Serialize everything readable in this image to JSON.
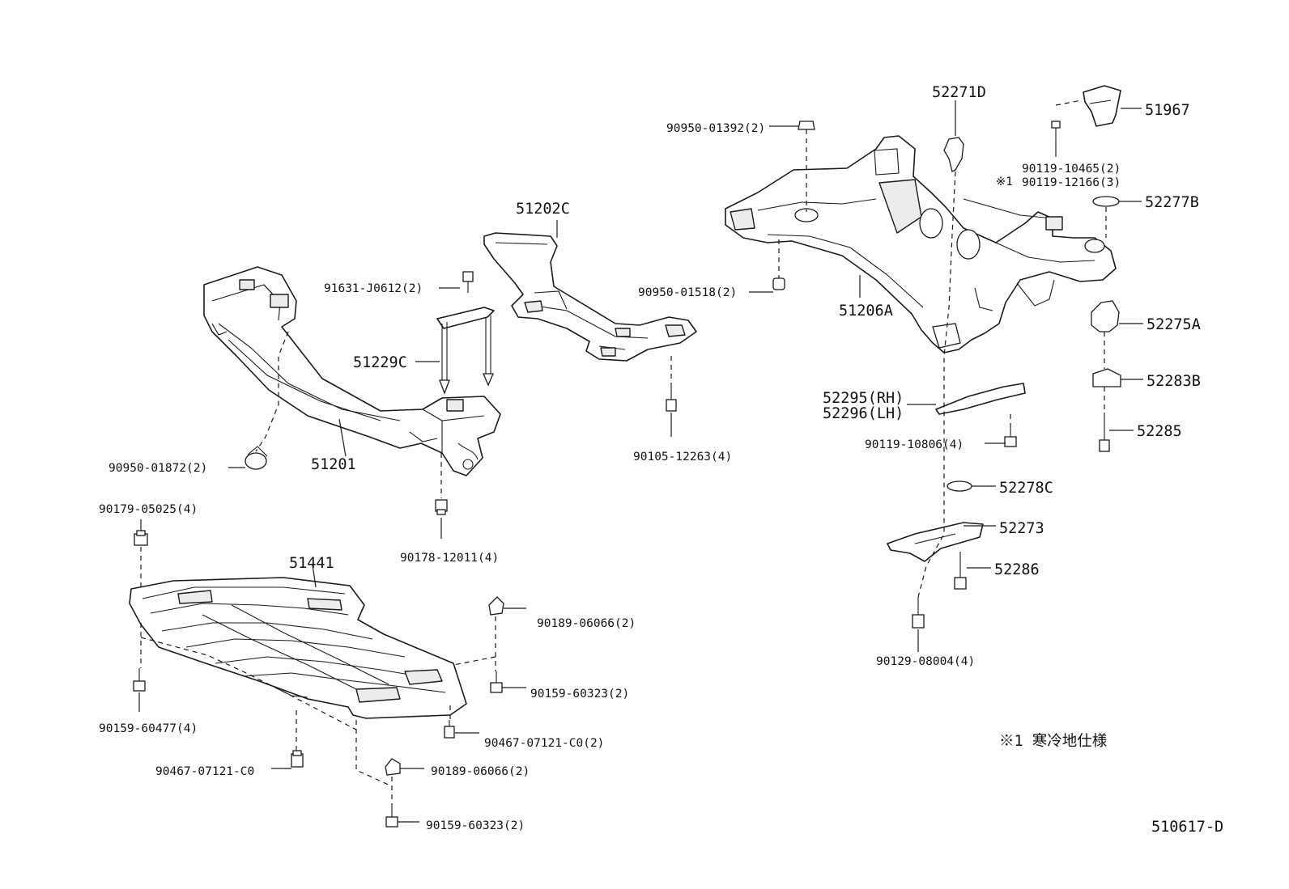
{
  "labels": {
    "p51201": "51201",
    "p51202c": "51202C",
    "p51229c": "51229C",
    "p91631": "91631-J0612(2)",
    "p90950_01872": "90950-01872(2)",
    "p90178": "90178-12011(4)",
    "p90950_01518": "90950-01518(2)",
    "p90105": "90105-12263(4)",
    "p90179": "90179-05025(4)",
    "p51441": "51441",
    "p90189_a": "90189-06066(2)",
    "p90159_60323_a": "90159-60323(2)",
    "p90467_a": "90467-07121-C0(2)",
    "p90189_b": "90189-06066(2)",
    "p90467_b": "90467-07121-C0",
    "p90159_60477": "90159-60477(4)",
    "p90159_60323_b": "90159-60323(2)",
    "p52271d": "52271D",
    "p90950_01392": "90950-01392(2)",
    "p51967": "51967",
    "p90119_10465": "90119-10465(2)",
    "p90119_12166": "90119-12166(3)",
    "note_mark_small": "※1",
    "p52277b": "52277B",
    "p51206a": "51206A",
    "p52275a": "52275A",
    "p52283b": "52283B",
    "p52295": "52295(RH)",
    "p52296": "52296(LH)",
    "p52285": "52285",
    "p90119_10806": "90119-10806(4)",
    "p52278c": "52278C",
    "p52273": "52273",
    "p52286": "52286",
    "p90129": "90129-08004(4)",
    "footnote": "※1  寒冷地仕様",
    "diagram_id": "510617-D"
  }
}
